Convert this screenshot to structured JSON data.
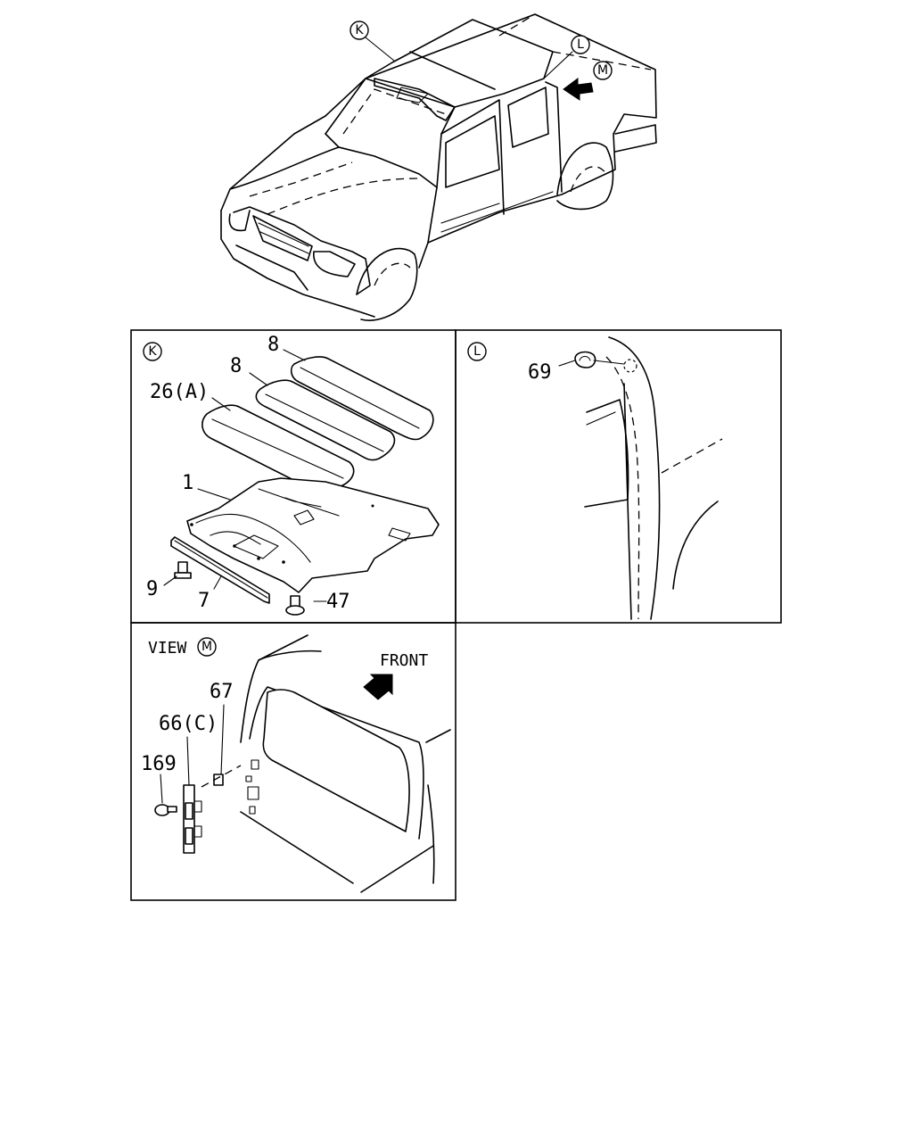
{
  "callouts": {
    "k": "K",
    "l": "L",
    "m": "M"
  },
  "panel_k": {
    "parts": [
      {
        "id": "headliner",
        "label": "1"
      },
      {
        "id": "pad_rear",
        "label": "8"
      },
      {
        "id": "pad_mid",
        "label": "8"
      },
      {
        "id": "pad_front",
        "label": "26(A)"
      },
      {
        "id": "clip",
        "label": "9"
      },
      {
        "id": "rail",
        "label": "7"
      },
      {
        "id": "fastener",
        "label": "47"
      }
    ]
  },
  "panel_l": {
    "parts": [
      {
        "id": "grommet",
        "label": "69"
      }
    ]
  },
  "panel_m": {
    "view_label": "VIEW",
    "front_label": "FRONT",
    "parts": [
      {
        "id": "clip",
        "label": "67"
      },
      {
        "id": "bracket",
        "label": "66(C)"
      },
      {
        "id": "screw",
        "label": "169"
      }
    ]
  }
}
